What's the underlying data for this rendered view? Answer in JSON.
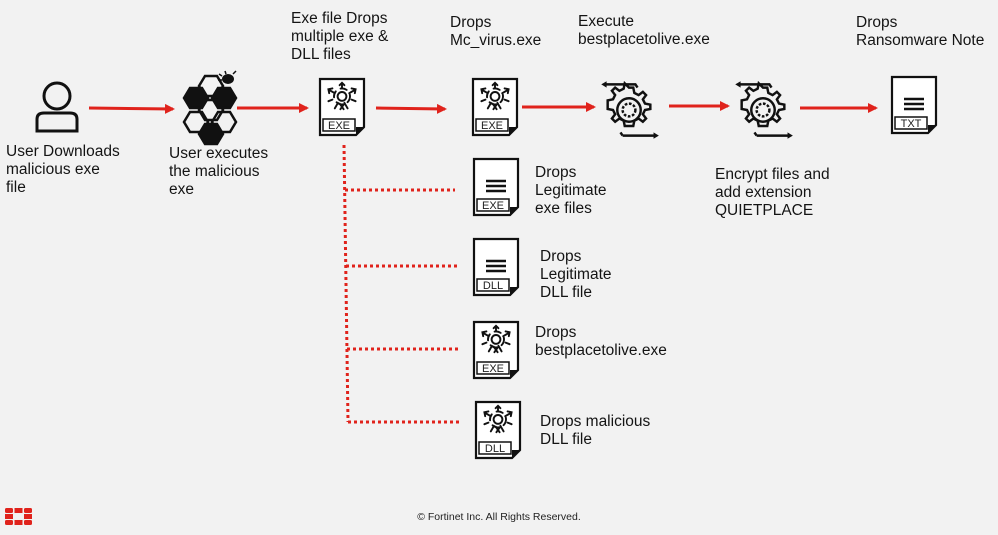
{
  "colors": {
    "accent": "#e0231c",
    "icon": "#111111",
    "background": "#f2f2f2"
  },
  "steps": [
    {
      "id": "user-download",
      "icon": "user-icon",
      "label": "User Downloads\nmalicious exe\nfile"
    },
    {
      "id": "user-execute",
      "icon": "malware-hexagon-icon",
      "label": "User executes\nthe malicious\nexe"
    },
    {
      "id": "exe-drops",
      "icon": "malicious-file-icon",
      "file_tag": "EXE",
      "label": "Exe file Drops\nmultiple exe &\nDLL files"
    },
    {
      "id": "drops-mc-virus",
      "icon": "malicious-file-icon",
      "file_tag": "EXE",
      "label": "Drops\nMc_virus.exe"
    },
    {
      "id": "execute-bestplace",
      "icon": "gear-process-icon",
      "label": "Execute\nbestplacetolive.exe"
    },
    {
      "id": "encrypt-files",
      "icon": "gear-process-icon",
      "label": "Encrypt files and\nadd extension\nQUIETPLACE"
    },
    {
      "id": "ransom-note",
      "icon": "text-file-icon",
      "file_tag": "TXT",
      "label": "Drops\nRansomware Note"
    }
  ],
  "branches": [
    {
      "id": "legit-exe",
      "icon": "text-file-icon",
      "file_tag": "EXE",
      "label": "Drops\nLegitimate\nexe files"
    },
    {
      "id": "legit-dll",
      "icon": "text-file-icon",
      "file_tag": "DLL",
      "label": "Drops\nLegitimate\nDLL file"
    },
    {
      "id": "bestplace-exe",
      "icon": "malicious-file-icon",
      "file_tag": "EXE",
      "label": "Drops\nbestplacetolive.exe"
    },
    {
      "id": "malicious-dll",
      "icon": "malicious-file-icon",
      "file_tag": "DLL",
      "label": "Drops malicious\nDLL file"
    }
  ],
  "footer": {
    "copyright": "© Fortinet Inc. All Rights Reserved.",
    "logo": "fortinet-logo-icon"
  }
}
